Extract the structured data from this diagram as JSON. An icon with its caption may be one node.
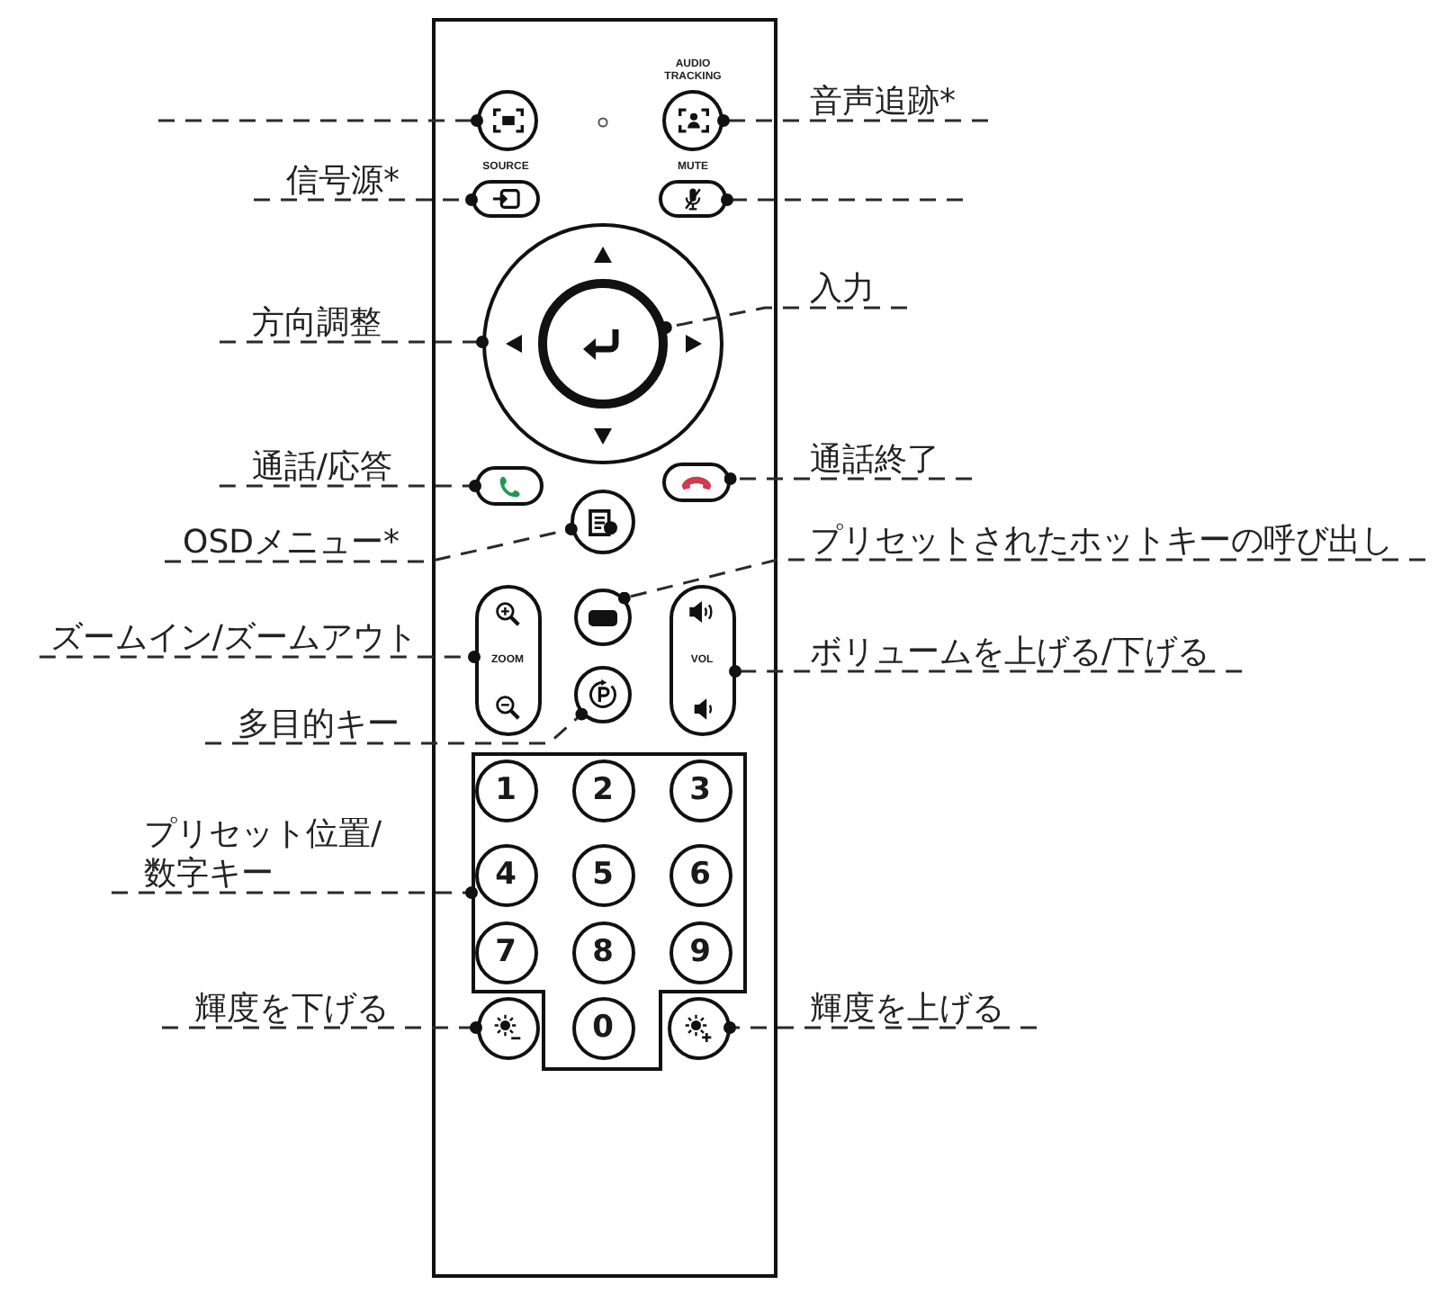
{
  "diagram": {
    "nodes": [
      {
        "text": [],
        "shape": "box"
      },
      {
        "text": [],
        "shape": "circle",
        "in": 0
      },
      {
        "text": [],
        "shape": "circle",
        "in": 0,
        "beside": [
          "AUDIO TRACKING"
        ]
      },
      {
        "text": [
          "音声追跡*"
        ]
      },
      {
        "text": [
          "信号源*"
        ]
      },
      {
        "text": [],
        "shape": "box",
        "in": 0,
        "beside": [
          "SOURCE"
        ]
      },
      {
        "text": [],
        "shape": "box",
        "in": 0,
        "beside": [
          "MUTE"
        ]
      },
      {
        "text": [
          "方向調整"
        ]
      },
      {
        "text": [],
        "shape": "circle",
        "in": 0
      },
      {
        "text": [],
        "shape": "circle",
        "in": 8
      },
      {
        "text": [
          "入力"
        ]
      },
      {
        "text": [
          "通話/応答"
        ]
      },
      {
        "text": [],
        "shape": "box",
        "in": 0
      },
      {
        "text": [],
        "shape": "box",
        "in": 0
      },
      {
        "text": [
          "通話終了"
        ]
      },
      {
        "text": [
          "OSDメニュー*"
        ]
      },
      {
        "text": [],
        "shape": "circle",
        "in": 0
      },
      {
        "text": [
          "プリセットされたホットキーの呼び出し"
        ]
      },
      {
        "text": [],
        "shape": "circle",
        "in": 0
      },
      {
        "text": [
          "ズームイン/ズームアウト"
        ]
      },
      {
        "text": [
          "ZOOM"
        ],
        "in": 0
      },
      {
        "text": [
          "VOL"
        ],
        "in": 0
      },
      {
        "text": [
          "ボリュームを上げる/下げる"
        ]
      },
      {
        "text": [
          "多目的キー"
        ]
      },
      {
        "text": [],
        "shape": "circle",
        "in": 0
      },
      {
        "text": [
          "プリセット位置/数字キー"
        ]
      },
      {
        "text": [],
        "shape": "box",
        "in": 0
      },
      {
        "text": [
          "1"
        ],
        "in": 26
      },
      {
        "text": [
          "2"
        ],
        "in": 26
      },
      {
        "text": [
          "3"
        ],
        "in": 26
      },
      {
        "text": [
          "4"
        ],
        "in": 26
      },
      {
        "text": [
          "5"
        ],
        "in": 26
      },
      {
        "text": [
          "6"
        ],
        "in": 26
      },
      {
        "text": [
          "7"
        ],
        "in": 26
      },
      {
        "text": [
          "8"
        ],
        "in": 26
      },
      {
        "text": [
          "9"
        ],
        "in": 26
      },
      {
        "text": [
          "0"
        ],
        "in": 26
      },
      {
        "text": [
          "輝度を下げる"
        ]
      },
      {
        "text": [],
        "shape": "circle",
        "in": 0
      },
      {
        "text": [],
        "shape": "circle",
        "in": 0
      },
      {
        "text": [
          "輝度を上げる"
        ]
      }
    ],
    "edges": [
      {
        "from": null,
        "to": 1,
        "arrow": "other",
        "style": "dashed"
      },
      {
        "from": 3,
        "to": 2,
        "arrow": "other",
        "style": "dashed"
      },
      {
        "from": 4,
        "to": 5,
        "arrow": "other",
        "style": "dashed"
      },
      {
        "from": null,
        "to": 6,
        "arrow": "other",
        "style": "dashed"
      },
      {
        "from": 7,
        "to": 8,
        "arrow": "other",
        "style": "dashed"
      },
      {
        "from": 10,
        "to": 9,
        "arrow": "other",
        "style": "dashed"
      },
      {
        "from": 11,
        "to": 12,
        "arrow": "other",
        "style": "dashed"
      },
      {
        "from": 14,
        "to": 13,
        "arrow": "other",
        "style": "dashed"
      },
      {
        "from": 15,
        "to": 16,
        "arrow": "other",
        "style": "dashed"
      },
      {
        "from": 17,
        "to": 18,
        "arrow": "other",
        "style": "dashed"
      },
      {
        "from": 19,
        "to": 20,
        "arrow": "other",
        "style": "dashed"
      },
      {
        "from": 22,
        "to": 21,
        "arrow": "other",
        "style": "dashed"
      },
      {
        "from": 23,
        "to": 24,
        "arrow": "other",
        "style": "dashed"
      },
      {
        "from": 25,
        "to": 26,
        "arrow": "other",
        "style": "dashed"
      },
      {
        "from": 37,
        "to": 38,
        "arrow": "other",
        "style": "dashed"
      },
      {
        "from": 40,
        "to": 39,
        "arrow": "other",
        "style": "dashed"
      }
    ]
  }
}
